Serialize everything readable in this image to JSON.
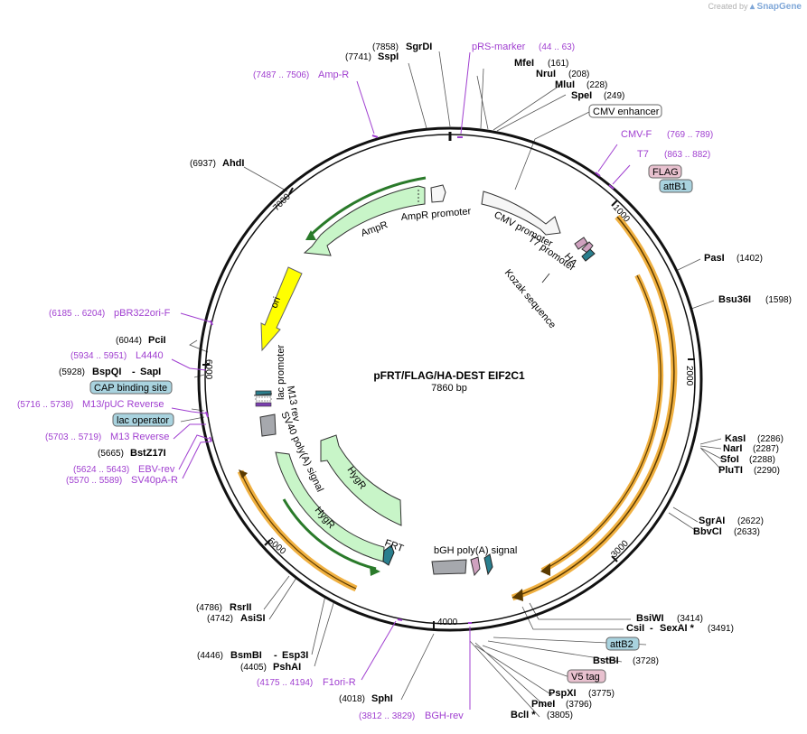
{
  "watermark": {
    "prefix": "Created by",
    "brand": "SnapGene"
  },
  "plasmid": {
    "name": "pFRT/FLAG/HA-DEST EIF2C1",
    "length_label": "7860 bp",
    "length": 7860
  },
  "ticks": [
    "1000",
    "2000",
    "3000",
    "4000",
    "5000",
    "6000",
    "7000"
  ],
  "enzymes": [
    {
      "name": "SgrDI",
      "pos": "(7858)"
    },
    {
      "name": "SspI",
      "pos": "(7741)"
    },
    {
      "name": "MfeI",
      "pos": "(161)"
    },
    {
      "name": "NruI",
      "pos": "(208)"
    },
    {
      "name": "MluI",
      "pos": "(228)"
    },
    {
      "name": "SpeI",
      "pos": "(249)"
    },
    {
      "name": "AhdI",
      "pos": "(6937)"
    },
    {
      "name": "PasI",
      "pos": "(1402)"
    },
    {
      "name": "Bsu36I",
      "pos": "(1598)"
    },
    {
      "name": "PciI",
      "pos": "(6044)"
    },
    {
      "name": "BspQI",
      "pos": "(5928)"
    },
    {
      "name": "SapI",
      "pos": ""
    },
    {
      "name": "BstZ17I",
      "pos": "(5665)"
    },
    {
      "name": "KasI",
      "pos": "(2286)"
    },
    {
      "name": "NarI",
      "pos": "(2287)"
    },
    {
      "name": "SfoI",
      "pos": "(2288)"
    },
    {
      "name": "PluTI",
      "pos": "(2290)"
    },
    {
      "name": "SgrAI",
      "pos": "(2622)"
    },
    {
      "name": "BbvCI",
      "pos": "(2633)"
    },
    {
      "name": "RsrII",
      "pos": "(4786)"
    },
    {
      "name": "AsiSI",
      "pos": "(4742)"
    },
    {
      "name": "BsiWI",
      "pos": "(3414)"
    },
    {
      "name": "CsiI",
      "pos": ""
    },
    {
      "name": "SexAI *",
      "pos": "(3491)"
    },
    {
      "name": "BstBI",
      "pos": "(3728)"
    },
    {
      "name": "BsmBI",
      "pos": "(4446)"
    },
    {
      "name": "Esp3I",
      "pos": ""
    },
    {
      "name": "PshAI",
      "pos": "(4405)"
    },
    {
      "name": "PspXI",
      "pos": "(3775)"
    },
    {
      "name": "PmeI",
      "pos": "(3796)"
    },
    {
      "name": "BclI *",
      "pos": "(3805)"
    },
    {
      "name": "SphI",
      "pos": "(4018)"
    }
  ],
  "primers": [
    {
      "name": "pRS-marker",
      "range": "(44 .. 63)"
    },
    {
      "name": "Amp-R",
      "range": "(7487 .. 7506)"
    },
    {
      "name": "CMV-F",
      "range": "(769 .. 789)"
    },
    {
      "name": "T7",
      "range": "(863 .. 882)"
    },
    {
      "name": "pBR322ori-F",
      "range": "(6185 .. 6204)"
    },
    {
      "name": "L4440",
      "range": "(5934 .. 5951)"
    },
    {
      "name": "M13/pUC Reverse",
      "range": "(5716 .. 5738)"
    },
    {
      "name": "M13 Reverse",
      "range": "(5703 .. 5719)"
    },
    {
      "name": "EBV-rev",
      "range": "(5624 .. 5643)"
    },
    {
      "name": "SV40pA-R",
      "range": "(5570 .. 5589)"
    },
    {
      "name": "F1ori-R",
      "range": "(4175 .. 4194)"
    },
    {
      "name": "BGH-rev",
      "range": "(3812 .. 3829)"
    }
  ],
  "boxed_labels": [
    {
      "text": "CMV enhancer",
      "fill": "#ffffff"
    },
    {
      "text": "FLAG",
      "fill": "#e8c1cf"
    },
    {
      "text": "attB1",
      "fill": "#a9d3df"
    },
    {
      "text": "CAP binding site",
      "fill": "#a9d3df"
    },
    {
      "text": "lac operator",
      "fill": "#a9d3df"
    },
    {
      "text": "attB2",
      "fill": "#a9d3df"
    },
    {
      "text": "V5 tag",
      "fill": "#e8c1cf"
    }
  ],
  "features": {
    "ampr": "AmpR",
    "ampr_promoter": "AmpR promoter",
    "cmv_promoter": "CMV promoter",
    "t7_promoter": "T7 promoter",
    "ha": "HA",
    "kozak": "Kozak sequence",
    "ori": "ori",
    "lac_promoter": "lac promoter",
    "m13_rev": "M13 rev",
    "sv40": "SV40 poly(A) signal",
    "hygr_outer": "HygR",
    "hygr_inner": "HygR",
    "frt": "FRT",
    "bgh": "bGH poly(A) signal"
  },
  "colors": {
    "backbone": "#111111",
    "primer": "#a03fd0",
    "ampr_fill": "#c8f5c8",
    "ampr_stroke": "#2a7a2a",
    "ori": "#ffff00",
    "orange_arc": "#f0b040",
    "grey_feature": "#a6a8ad",
    "frt_fill": "#2a7f8e"
  }
}
